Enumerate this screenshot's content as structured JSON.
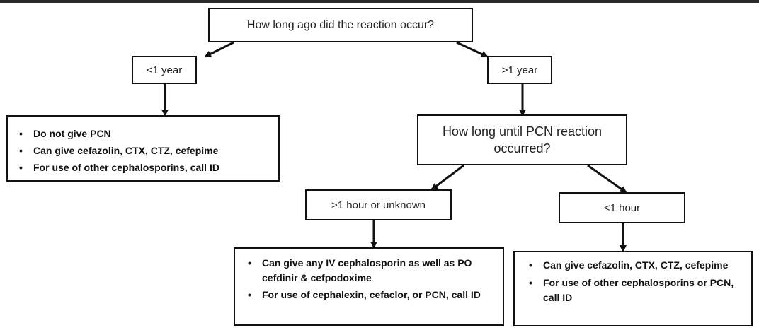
{
  "flowchart": {
    "q1": "How long ago did the reaction occur?",
    "branch_lt1year": "<1 year",
    "branch_gt1year": ">1 year",
    "outcome_lt1year": [
      "Do not give PCN",
      "Can give cefazolin, CTX, CTZ, cefepime",
      "For use of other cephalosporins, call ID"
    ],
    "q2_line1": "How long until PCN reaction",
    "q2_line2": "occurred?",
    "branch_gt1hour": ">1 hour or unknown",
    "branch_lt1hour": "<1 hour",
    "outcome_gt1hour": [
      "Can give any IV cephalosporin as well as PO cefdinir & cefpodoxime",
      "For use of cephalexin, cefaclor, or PCN, call ID"
    ],
    "outcome_lt1hour": [
      "Can give cefazolin, CTX, CTZ, cefepime",
      "For use of other cephalosporins or PCN, call ID"
    ]
  }
}
